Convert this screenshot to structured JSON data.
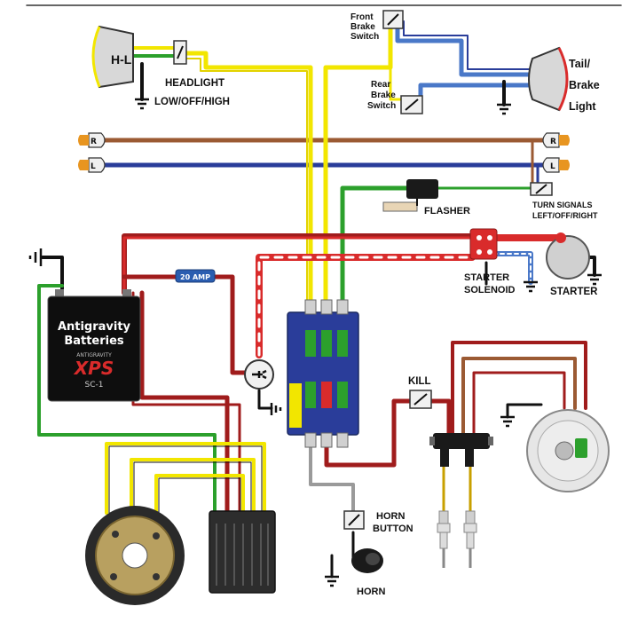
{
  "labels": {
    "front_brake": [
      "Front",
      "Brake",
      "Switch"
    ],
    "rear_brake": [
      "Rear",
      "Brake",
      "Switch"
    ],
    "tail_light": [
      "Tail/",
      "Brake",
      "Light"
    ],
    "headlight": [
      "HEADLIGHT",
      "LOW/OFF/HIGH"
    ],
    "headlight_lamp": "H-L",
    "right_marker": "R",
    "left_marker": "L",
    "flasher": "FLASHER",
    "turn_signals": [
      "TURN SIGNALS",
      "LEFT/OFF/RIGHT"
    ],
    "fuse_20amp": "20 AMP",
    "starter_solenoid": [
      "STARTER",
      "SOLENOID"
    ],
    "starter": "STARTER",
    "kill": "KILL",
    "horn_button": [
      "HORN",
      "BUTTON"
    ],
    "horn": "HORN"
  },
  "battery": {
    "line1": "Antigravity",
    "line2": "Batteries",
    "brand_small": "ANTIGRAVITY",
    "model": "XPS",
    "sub_model": "SC-1"
  },
  "colors": {
    "red_wire": "#d92b2b",
    "dark_red_wire": "#a01c1c",
    "yellow_wire": "#f2e600",
    "green_wire": "#2ca02c",
    "blue_wire": "#2a3d9a",
    "light_blue_wire": "#4a78c8",
    "brown_wire": "#9b5a33",
    "black_wire": "#111111",
    "grey_wire": "#9a9a9a"
  }
}
